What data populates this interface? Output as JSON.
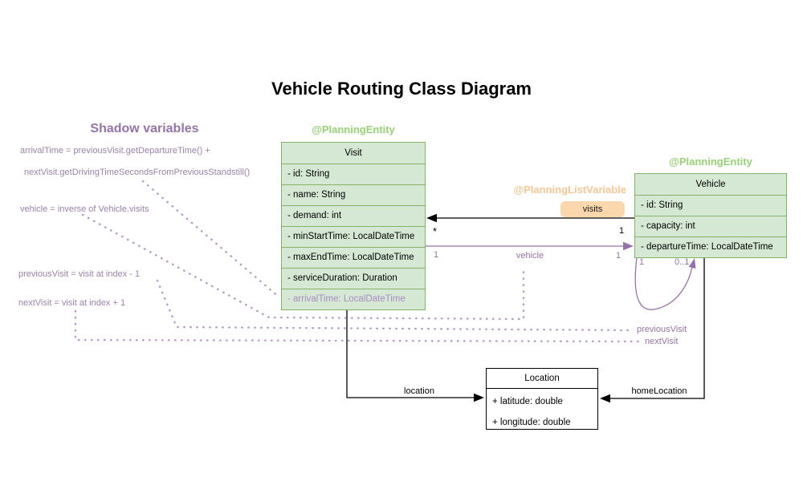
{
  "title": "Vehicle Routing Class Diagram",
  "shadow_notes": {
    "heading": "Shadow variables",
    "arrival_line1": "arrivalTime = previousVisit.getDepartureTime() +",
    "arrival_line2": "nextVisit.getDrivingTimeSecondsFromPreviousStandstill()",
    "vehicle_line": "vehicle = inverse of Vehicle.visits",
    "previous_visit_line": "previousVisit = visit at index - 1",
    "next_visit_line": "nextVisit = visit at index + 1"
  },
  "classes": {
    "visit": {
      "annotation": "@PlanningEntity",
      "name": "Visit",
      "attributes": [
        "- id: String",
        "- name: String",
        "- demand: int",
        "- minStartTime: LocalDateTime",
        "- maxEndTime: LocalDateTime",
        "- serviceDuration: Duration",
        "- arrivalTime: LocalDateTime"
      ]
    },
    "vehicle": {
      "annotation": "@PlanningEntity",
      "name": "Vehicle",
      "attributes": [
        "- id: String",
        "- capacity: int",
        "- departureTime: LocalDateTime"
      ]
    },
    "location": {
      "name": "Location",
      "attributes": [
        "+ latitude: double",
        "+ longitude: double"
      ]
    }
  },
  "relationships": {
    "visits": {
      "annotation": "@PlanningListVariable",
      "label": "visits",
      "target_mult": "*",
      "source_mult": "1"
    },
    "vehicle": {
      "label": "vehicle",
      "source_mult": "1",
      "target_mult": "1"
    },
    "recursive": {
      "left_mult": "1",
      "right_mult": "0..1",
      "label_previous": "previousVisit",
      "label_next": "nextVisit"
    },
    "location": {
      "label": "location"
    },
    "home_location": {
      "label": "homeLocation"
    }
  },
  "colors": {
    "green_fill": "#d5e8d4",
    "green_border": "#82b366",
    "green_annotation": "#97d077",
    "orange_fill": "#fad7ac",
    "orange_annotation": "#f5c795",
    "purple": "#9673a6",
    "purple_dotted": "#b49bc8",
    "black": "#000000"
  }
}
